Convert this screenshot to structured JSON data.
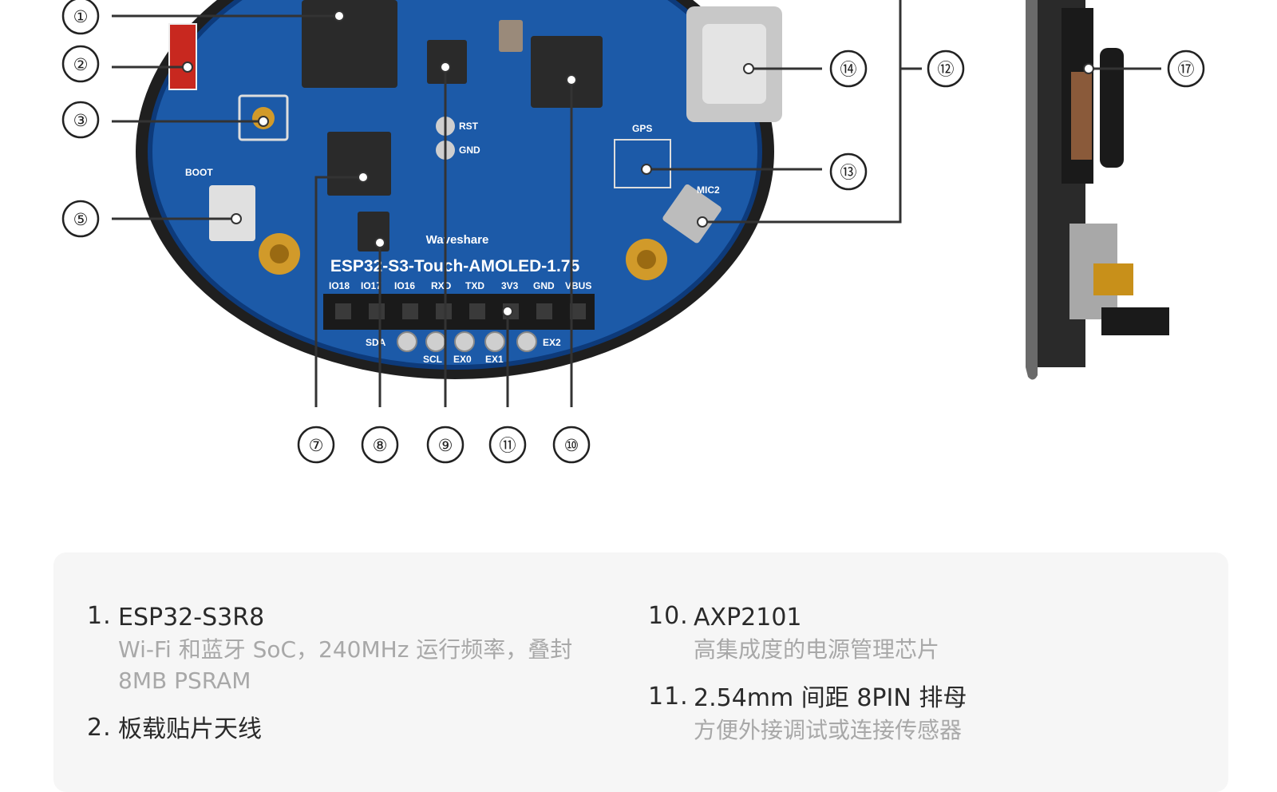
{
  "board": {
    "model": "ESP32-S3-Touch-AMOLED-1.75",
    "brand": "Waveshare",
    "silk_labels": [
      "BOOT",
      "GPS",
      "MIC2",
      "RST",
      "GND"
    ],
    "pin_labels": [
      "IO18",
      "IO17",
      "IO16",
      "RXD",
      "TXD",
      "3V3",
      "GND",
      "VBUS"
    ],
    "pad_labels": [
      "SDA",
      "SCL",
      "EX0",
      "EX1",
      "EX2"
    ],
    "colors": {
      "pcb": "#1c5aa8",
      "pcb_dark": "#0d3a7a",
      "gold": "#d19a2a",
      "bezel": "#1f1f1f"
    }
  },
  "callouts": [
    "①",
    "②",
    "③",
    "⑤",
    "⑦",
    "⑧",
    "⑨",
    "⑪",
    "⑩",
    "⑭",
    "⑫",
    "⑬",
    "⑰"
  ],
  "components": {
    "left": [
      {
        "num": "1.",
        "title": "ESP32-S3R8",
        "desc": "Wi-Fi 和蓝牙 SoC，240MHz 运行频率，叠封 8MB PSRAM"
      },
      {
        "num": "2.",
        "title": "板载贴片天线",
        "desc": ""
      }
    ],
    "right": [
      {
        "num": "10.",
        "title": "AXP2101",
        "desc": "高集成度的电源管理芯片"
      },
      {
        "num": "11.",
        "title": "2.54mm 间距 8PIN 排母",
        "desc": "方便外接调试或连接传感器"
      }
    ]
  }
}
